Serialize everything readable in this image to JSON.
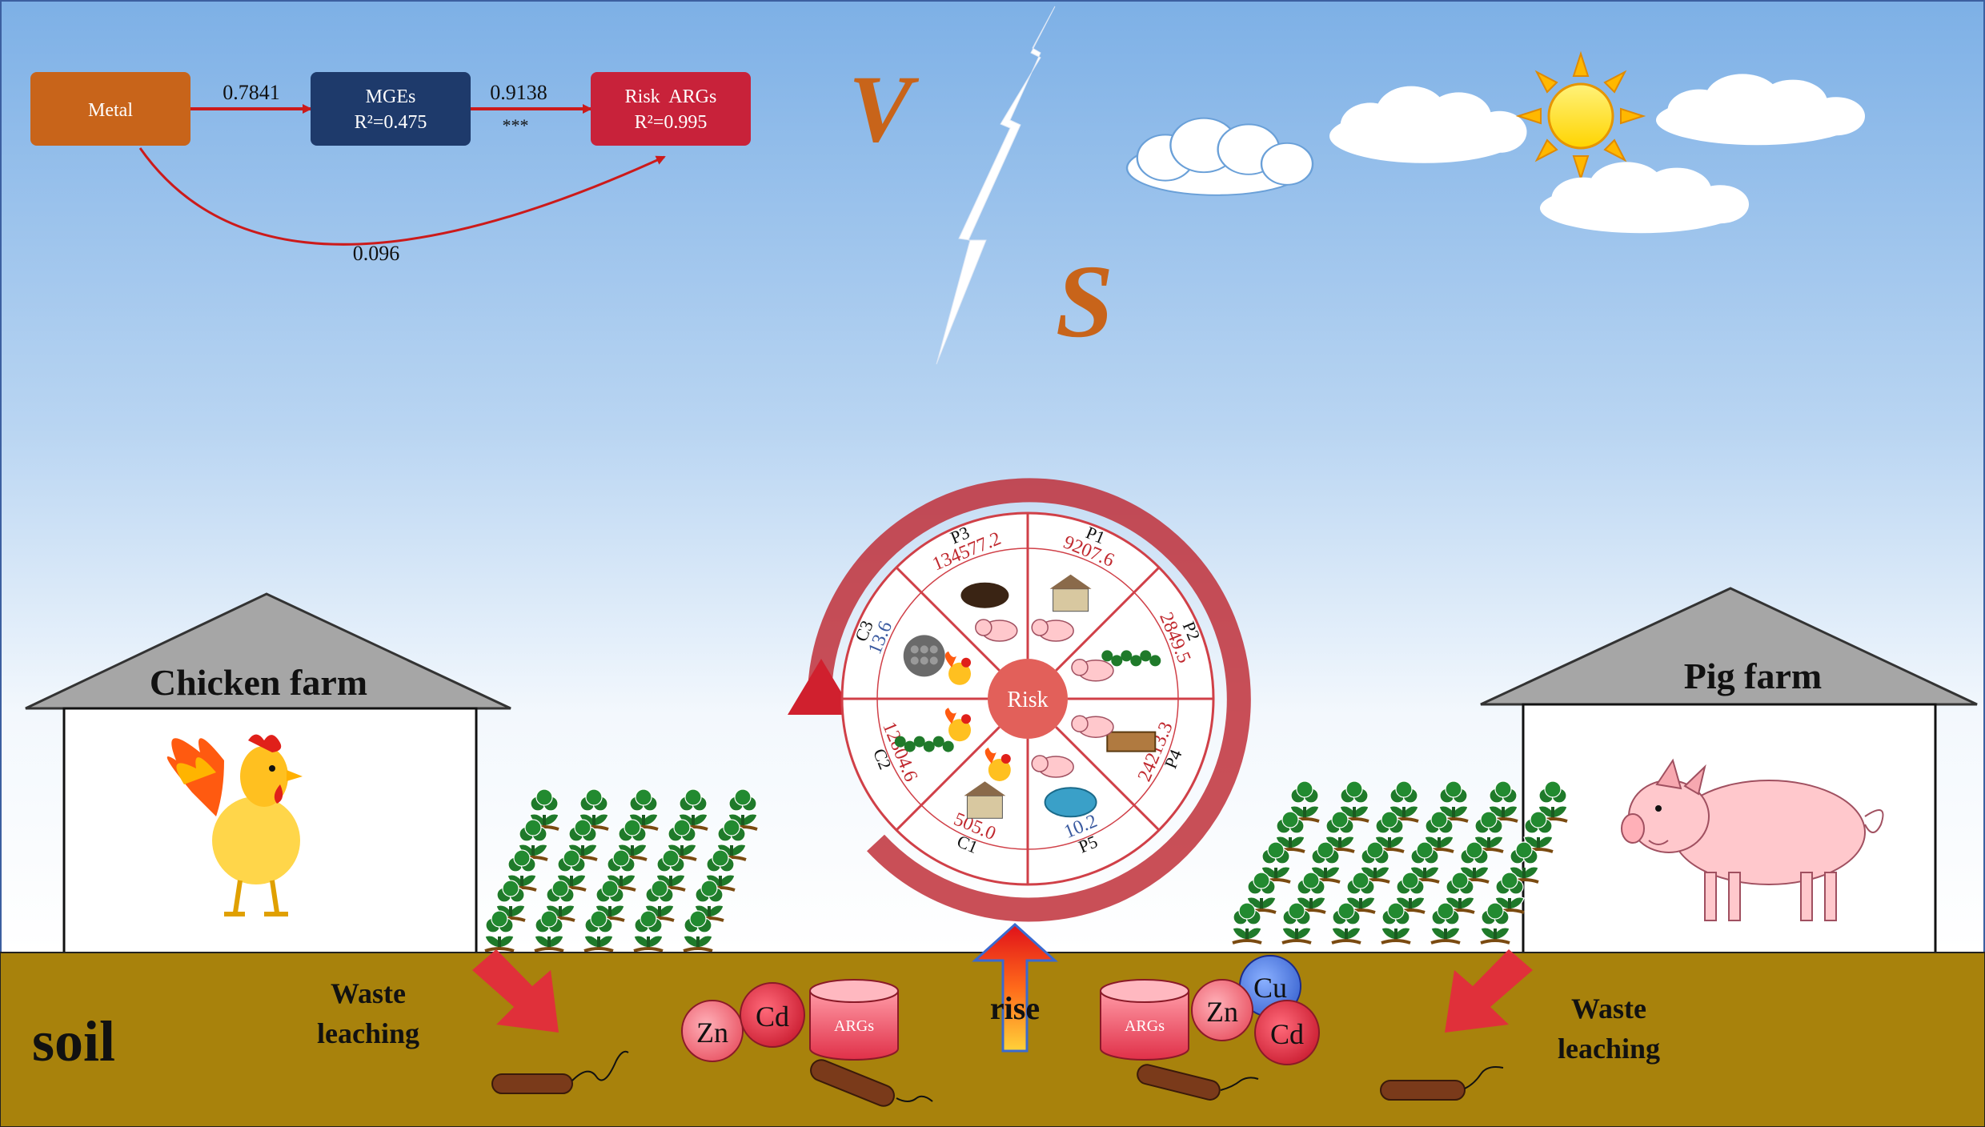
{
  "colors": {
    "sky_top": "#7fb3e6",
    "sky_bottom": "#ffffff",
    "soil": "#a8820c",
    "metal_box": "#c8641a",
    "mges_box": "#1e3a6b",
    "risk_box": "#c8223a",
    "arrow_red": "#cc1a1a",
    "letter_orange": "#c8641a",
    "wheel_border": "#c0303a",
    "wheel_red_text": "#c0282e",
    "wheel_blue_text": "#3a5aa0",
    "roof": "#a0a0a0"
  },
  "path_model": {
    "nodes": {
      "metal": {
        "label": "Metal"
      },
      "mges": {
        "label": "MGEs",
        "r2": "R²=0.475"
      },
      "risk": {
        "label": "Risk  ARGs",
        "r2": "R²=0.995"
      }
    },
    "edges": {
      "metal_mges": "0.7841",
      "mges_risk": "0.9138",
      "mges_risk_sig": "***",
      "metal_risk": "0.096"
    }
  },
  "letters": {
    "v": "V",
    "s": "S"
  },
  "wheel": {
    "center_label": "Risk",
    "segments": [
      {
        "id": "P3",
        "value": "134577.2",
        "color": "red",
        "icons": [
          "manure-pile-icon",
          "pig-icon"
        ]
      },
      {
        "id": "P1",
        "value": "9207.6",
        "color": "red",
        "icons": [
          "pig-house-icon",
          "pig-icon"
        ]
      },
      {
        "id": "P2",
        "value": "2849.5",
        "color": "red",
        "icons": [
          "vegetable-field-icon",
          "pig-icon"
        ]
      },
      {
        "id": "P4",
        "value": "24213.3",
        "color": "red",
        "icons": [
          "manure-tank-icon",
          "pig-icon"
        ]
      },
      {
        "id": "P5",
        "value": "10.2",
        "color": "blue",
        "icons": [
          "pond-icon",
          "pig-icon"
        ]
      },
      {
        "id": "C1",
        "value": "505.0",
        "color": "red",
        "icons": [
          "chicken-house-icon",
          "chicken-icon"
        ]
      },
      {
        "id": "C2",
        "value": "12804.6",
        "color": "red",
        "icons": [
          "vegetable-field-icon",
          "chicken-icon"
        ]
      },
      {
        "id": "C3",
        "value": "13.6",
        "color": "blue",
        "icons": [
          "gravel-icon",
          "chicken-icon"
        ]
      }
    ]
  },
  "farms": {
    "chicken": {
      "title": "Chicken farm"
    },
    "pig": {
      "title": "Pig farm"
    }
  },
  "soil": {
    "label": "soil",
    "left_leaching": {
      "line1": "Waste",
      "line2": "leaching"
    },
    "right_leaching": {
      "line1": "Waste",
      "line2": "leaching"
    },
    "rise_label": "rise",
    "left_group": {
      "zn": "Zn",
      "cd": "Cd",
      "args": "ARGs"
    },
    "right_group": {
      "args": "ARGs",
      "zn": "Zn",
      "cu": "Cu",
      "cd": "Cd"
    }
  }
}
